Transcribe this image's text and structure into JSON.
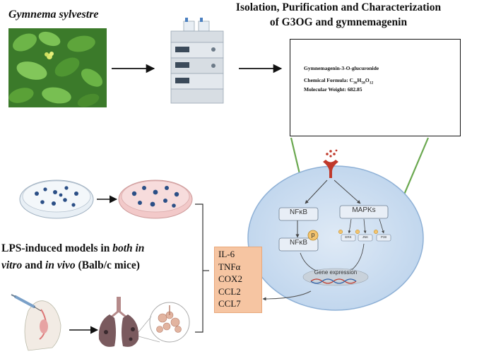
{
  "headings": {
    "species": "Gymnema sylvestre",
    "main_line1": "Isolation, Purification and Characterization",
    "main_line2": "of G3OG and gymnemagenin"
  },
  "nmr_panel": {
    "compound": "Gymnemagenin-3-O-glucuronide",
    "formula_label": "Chemical Formula: ",
    "formula": "C36H58O12",
    "mw_label": "Molecular Weight: ",
    "mw": "682.85"
  },
  "models": {
    "part1": "LPS-induced models in ",
    "part2": "both in",
    "part3": "vitro",
    "part4": " and ",
    "part5": "in vivo",
    "part6": " (Balb/c mice)"
  },
  "pathway": {
    "nfkb_top": "NFκB",
    "nfkb_bottom": "NFκB",
    "mapks": "MAPKs",
    "phospho": "p",
    "mapk_sub": [
      "ERK",
      "JNK",
      "P38"
    ],
    "gene_expression": "Gene expression"
  },
  "cytokines": [
    "IL-6",
    "TNFα",
    "COX2",
    "CCL2",
    "CCL7"
  ],
  "colors": {
    "cell_fill": "#cfe0f1",
    "cell_stroke": "#8fb1d6",
    "arrow_red": "#e01010",
    "cytokine_box": "#f6c5a2",
    "green_line": "#6aa84f",
    "receptor": "#c0392b"
  },
  "icons": [
    "leaf-plant-image",
    "hplc-instrument-icon",
    "petri-dish-icon",
    "syringe-mouse-icon",
    "lungs-icon",
    "receptor-icon",
    "dna-icon"
  ]
}
